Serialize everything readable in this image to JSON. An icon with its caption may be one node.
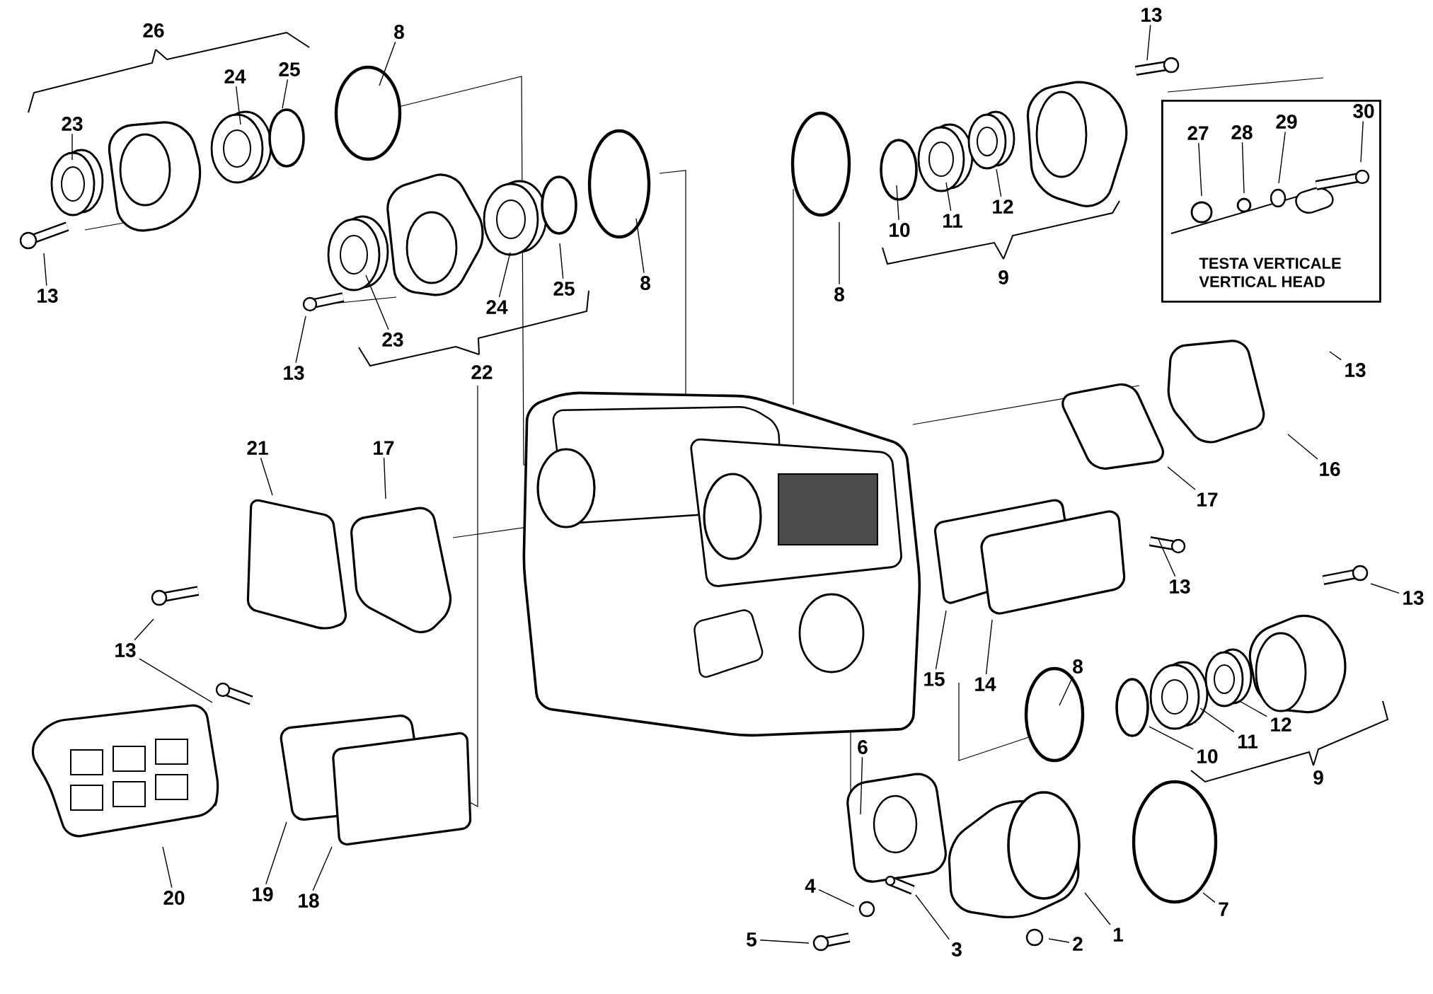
{
  "diagram": {
    "nodes": [
      {
        "text": [
          "8"
        ]
      },
      {
        "text": [
          "25"
        ]
      },
      {
        "text": [
          "24"
        ]
      },
      {
        "text": [
          "23"
        ]
      },
      {
        "text": [
          "13"
        ]
      },
      {
        "text": [
          "8"
        ]
      },
      {
        "text": [
          "25"
        ]
      },
      {
        "text": [
          "24"
        ]
      },
      {
        "text": [
          "23"
        ]
      },
      {
        "text": [
          "13"
        ]
      },
      {
        "text": [
          "13"
        ]
      },
      {
        "text": [
          "TESTA VERTICALE",
          "VERTICAL HEAD"
        ]
      },
      {
        "text": [
          "27"
        ],
        "in": 11
      },
      {
        "text": [
          "28"
        ],
        "in": 11
      },
      {
        "text": [
          "29"
        ],
        "in": 11
      },
      {
        "text": [
          "30"
        ],
        "in": 11
      },
      {
        "text": [
          "10"
        ]
      },
      {
        "text": [
          "11"
        ]
      },
      {
        "text": [
          "12"
        ]
      },
      {
        "text": [
          "8"
        ]
      },
      {
        "text": [
          "13"
        ]
      },
      {
        "text": [
          "16"
        ]
      },
      {
        "text": [
          "21"
        ]
      },
      {
        "text": [
          "17"
        ]
      },
      {
        "text": [
          "17"
        ]
      },
      {
        "text": [
          "13"
        ]
      },
      {
        "text": [
          "13"
        ]
      },
      {
        "text": [
          "13"
        ]
      },
      {
        "text": [
          "15"
        ]
      },
      {
        "text": [
          "14"
        ]
      },
      {
        "text": [
          "8"
        ]
      },
      {
        "text": [
          "10"
        ]
      },
      {
        "text": [
          "11"
        ]
      },
      {
        "text": [
          "12"
        ]
      },
      {
        "text": [
          "6"
        ]
      },
      {
        "text": [
          "20"
        ]
      },
      {
        "text": [
          "19"
        ]
      },
      {
        "text": [
          "18"
        ]
      },
      {
        "text": [
          "7"
        ]
      },
      {
        "text": [
          "1"
        ]
      },
      {
        "text": [
          "2"
        ]
      },
      {
        "text": [
          "3"
        ]
      },
      {
        "text": [
          "4"
        ]
      },
      {
        "text": [
          "5"
        ]
      }
    ],
    "edges": [
      {
        "from": 0,
        "to": null,
        "arrow": "none"
      },
      {
        "from": 1,
        "to": null,
        "arrow": "none"
      },
      {
        "from": 2,
        "to": null,
        "arrow": "none"
      },
      {
        "from": 3,
        "to": null,
        "arrow": "none"
      },
      {
        "from": 4,
        "to": null,
        "arrow": "none"
      },
      {
        "from": 5,
        "to": null,
        "arrow": "none"
      },
      {
        "from": 6,
        "to": null,
        "arrow": "none"
      },
      {
        "from": 7,
        "to": null,
        "arrow": "none"
      },
      {
        "from": 8,
        "to": null,
        "arrow": "none"
      },
      {
        "from": 9,
        "to": null,
        "arrow": "none"
      },
      {
        "from": 10,
        "to": null,
        "arrow": "none"
      },
      {
        "from": 12,
        "to": null,
        "arrow": "none"
      },
      {
        "from": 13,
        "to": null,
        "arrow": "none"
      },
      {
        "from": 14,
        "to": null,
        "arrow": "none"
      },
      {
        "from": 15,
        "to": null,
        "arrow": "none"
      },
      {
        "from": 16,
        "to": null,
        "arrow": "none"
      },
      {
        "from": 17,
        "to": null,
        "arrow": "none"
      },
      {
        "from": 18,
        "to": null,
        "arrow": "none"
      },
      {
        "from": 19,
        "to": null,
        "arrow": "none"
      },
      {
        "from": 20,
        "to": null,
        "arrow": "none"
      },
      {
        "from": 21,
        "to": null,
        "arrow": "none"
      },
      {
        "from": 22,
        "to": null,
        "arrow": "none"
      },
      {
        "from": 23,
        "to": null,
        "arrow": "none"
      },
      {
        "from": 24,
        "to": null,
        "arrow": "none"
      },
      {
        "from": 25,
        "to": null,
        "arrow": "none"
      },
      {
        "from": 26,
        "to": null,
        "arrow": "none"
      },
      {
        "from": 27,
        "to": null,
        "arrow": "none"
      },
      {
        "from": 27,
        "to": null,
        "arrow": "none"
      },
      {
        "from": 28,
        "to": null,
        "arrow": "none"
      },
      {
        "from": 29,
        "to": null,
        "arrow": "none"
      },
      {
        "from": 30,
        "to": null,
        "arrow": "none"
      },
      {
        "from": 31,
        "to": null,
        "arrow": "none"
      },
      {
        "from": 32,
        "to": null,
        "arrow": "none"
      },
      {
        "from": 33,
        "to": null,
        "arrow": "none"
      },
      {
        "from": 34,
        "to": null,
        "arrow": "none"
      },
      {
        "from": 35,
        "to": null,
        "arrow": "none"
      },
      {
        "from": 36,
        "to": null,
        "arrow": "none"
      },
      {
        "from": 37,
        "to": null,
        "arrow": "none"
      },
      {
        "from": 38,
        "to": null,
        "arrow": "none"
      },
      {
        "from": 39,
        "to": null,
        "arrow": "none"
      },
      {
        "from": 40,
        "to": null,
        "arrow": "none"
      },
      {
        "from": 41,
        "to": null,
        "arrow": "none"
      },
      {
        "from": 42,
        "to": null,
        "arrow": "none"
      },
      {
        "from": 43,
        "to": null,
        "arrow": "none"
      }
    ],
    "labels": [
      "26",
      "22",
      "9",
      "9"
    ]
  }
}
